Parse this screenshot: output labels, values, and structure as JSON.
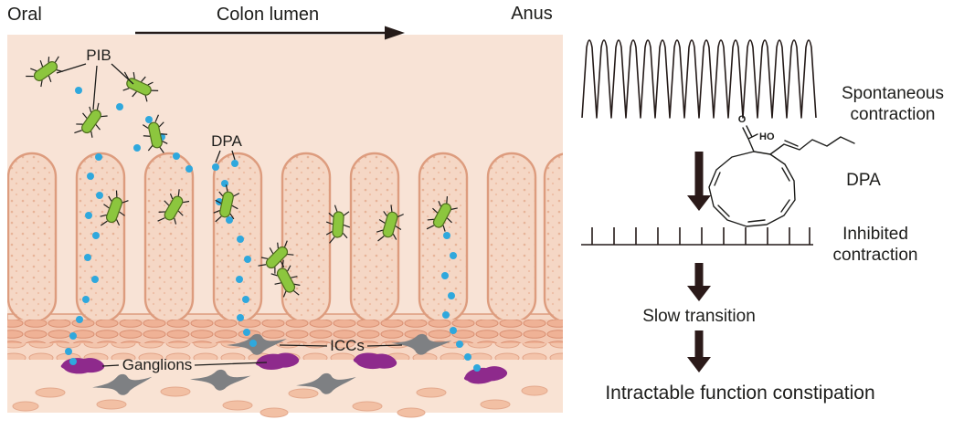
{
  "diagram": {
    "oral_label": "Oral",
    "colon_lumen_label": "Colon lumen",
    "anus_label": "Anus",
    "pib_label": "PIB",
    "dpa_label": "DPA",
    "iccs_label": "ICCs",
    "ganglions_label": "Ganglions"
  },
  "flow": {
    "spontaneous_line1": "Spontaneous",
    "spontaneous_line2": "contraction",
    "dpa_label": "DPA",
    "chem_o": "O",
    "chem_ho": "HO",
    "inhibited_line1": "Inhibited",
    "inhibited_line2": "contraction",
    "slow_transition_label": "Slow transition",
    "outcome_label": "Intractable function constipation"
  },
  "colors": {
    "bacteria_green": "#8cc63e",
    "dpa_dot_blue": "#2fa8dd",
    "ganglion_purple": "#8e2a8c",
    "icc_gray": "#7e8083",
    "lumen_peach": "#f8e3d6",
    "villi_fill": "#f5d7c5",
    "villi_outline": "#dd9c7e",
    "muscle_pink": "#efb296",
    "ink": "#1d1d1b"
  }
}
